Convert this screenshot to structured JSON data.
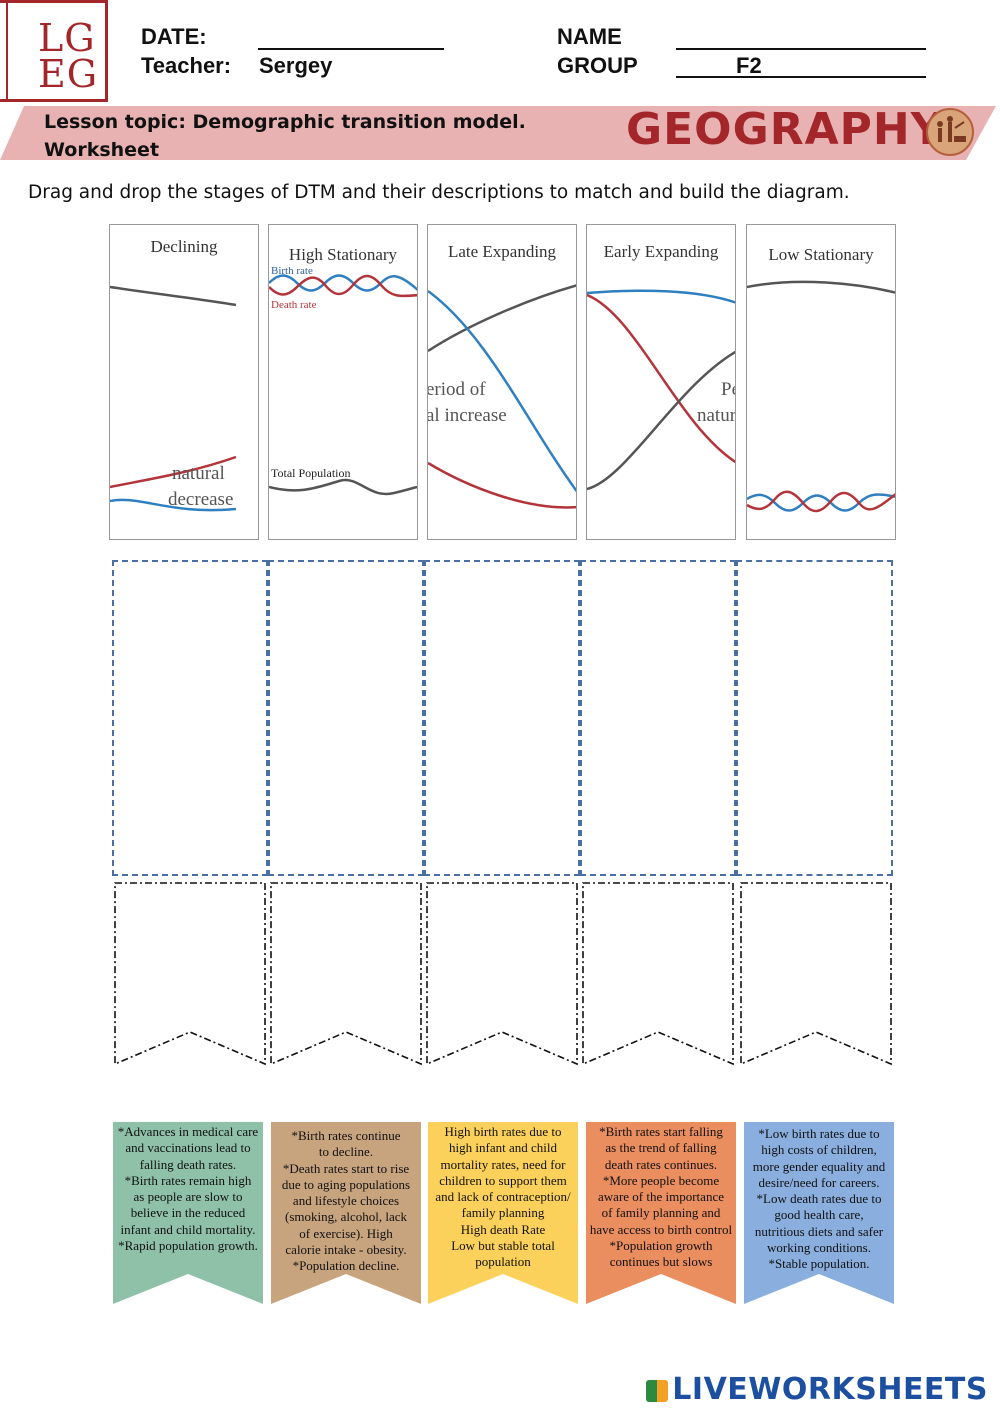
{
  "logo": {
    "line1": "LG",
    "line2": "EG"
  },
  "header": {
    "date_label": "DATE:",
    "teacher_label": "Teacher:",
    "teacher_value": "Sergey",
    "name_label": "NAME",
    "group_label": "GROUP",
    "group_value": "F2"
  },
  "banner": {
    "topic_line1": "Lesson topic: Demographic transition model.",
    "topic_line2": "Worksheet",
    "subject": "GEOGRAPHY"
  },
  "instruction": "Drag and drop the stages of DTM and their descriptions to match and build the diagram.",
  "stage_cards": [
    {
      "title": "Declining",
      "labels": [
        "natural",
        "decrease"
      ]
    },
    {
      "title": "High Stationary",
      "labels": [
        "Birth rate",
        "Death rate",
        "Total Population"
      ]
    },
    {
      "title": "Late Expanding",
      "labels": [
        "eriod of",
        "al increase"
      ]
    },
    {
      "title": "Early Expanding",
      "labels": [
        "Pe",
        "natur"
      ]
    },
    {
      "title": "Low Stationary",
      "labels": []
    }
  ],
  "descriptions": [
    {
      "color": "#8fc1a9",
      "lines": [
        "*Advances in medical care",
        "and vaccinations lead to",
        "falling death rates.",
        "*Birth rates remain high",
        "as people are slow to",
        "believe in the reduced",
        "infant and child mortality.",
        "*Rapid population growth."
      ]
    },
    {
      "color": "#c8a47e",
      "lines": [
        "*Birth rates continue",
        "to decline.",
        "*Death rates start to rise",
        "due to aging populations",
        "and lifestyle choices",
        "(smoking, alcohol, lack",
        "of exercise). High",
        "calorie intake - obesity.",
        "*Population decline."
      ]
    },
    {
      "color": "#fbd15b",
      "lines": [
        "High birth rates due to",
        "high infant and child",
        "mortality rates, need for",
        "children to support them",
        "and lack of contraception/",
        "family planning",
        "High death Rate",
        "Low but stable total",
        "population"
      ]
    },
    {
      "color": "#ea8d5f",
      "lines": [
        "*Birth rates start falling",
        "as the trend of falling",
        "death rates continues.",
        "*More people become",
        "aware of the importance",
        "of family planning and",
        "have access to birth control",
        "*Population growth",
        "continues but slows"
      ]
    },
    {
      "color": "#8aaede",
      "lines": [
        "*Low birth rates due to",
        "high costs of children,",
        "more gender equality and",
        "desire/need for careers.",
        "*Low death rates due to",
        "good health care,",
        "nutritious diets and safer",
        "working conditions.",
        "*Stable population."
      ]
    }
  ],
  "footer": {
    "brand": "LIVEWORKSHEETS"
  },
  "colors": {
    "brand": "#a3262a",
    "banner": "#e8b2b2",
    "birth": "#2f7fc1",
    "death": "#b3343a",
    "population": "#555555",
    "drop_border": "#4a6fa5"
  }
}
